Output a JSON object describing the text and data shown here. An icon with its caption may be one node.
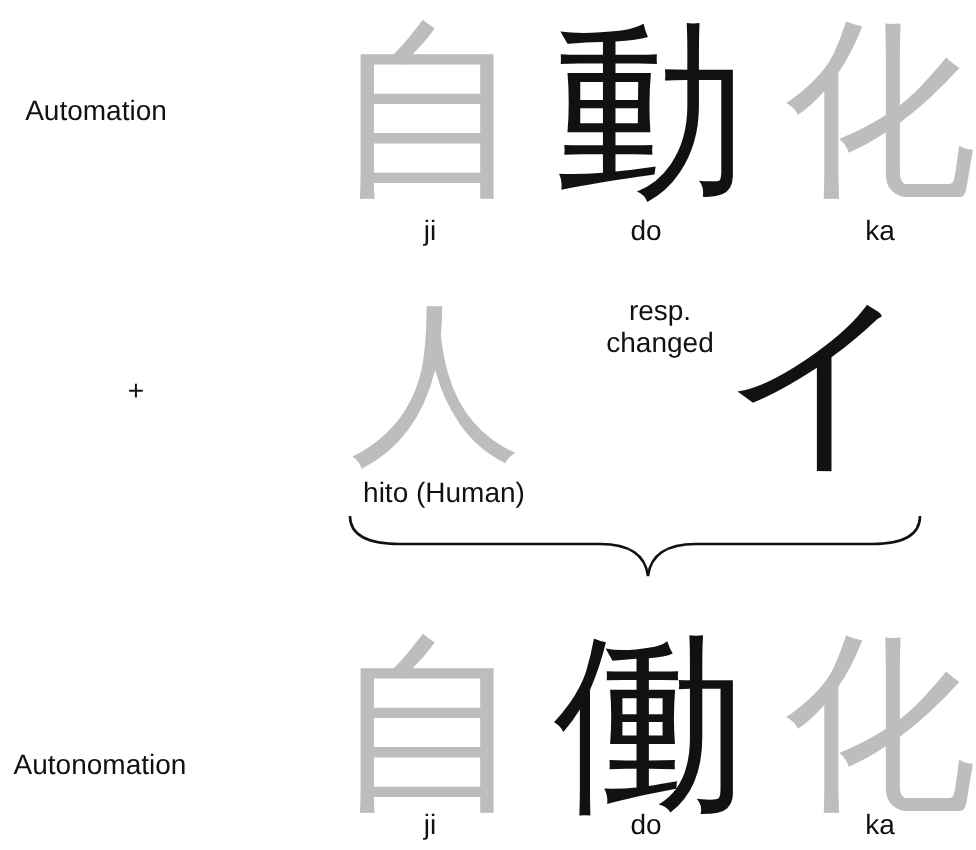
{
  "diagram": {
    "labels": [
      "Automation",
      "自",
      "動",
      "化",
      "ji",
      "do",
      "ka",
      "+",
      "人",
      "resp. changed",
      "イ",
      "hito (Human)",
      "Autonomation",
      "自",
      "働",
      "化",
      "ji",
      "do",
      "ka"
    ]
  }
}
